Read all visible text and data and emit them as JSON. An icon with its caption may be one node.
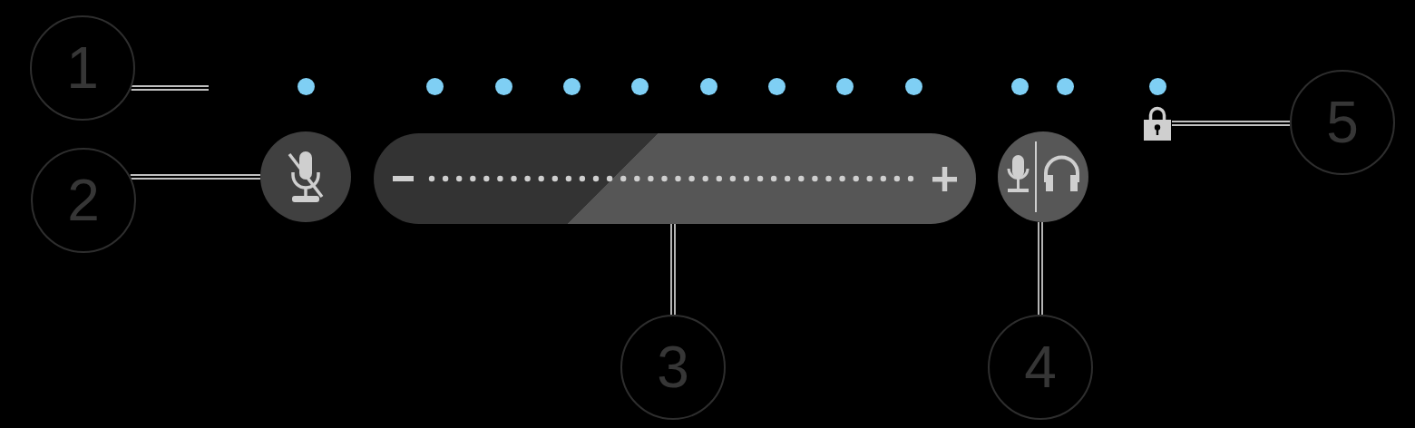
{
  "diagram": {
    "nodes": [
      {
        "text": [
          "1"
        ]
      },
      {
        "text": [
          "2"
        ]
      },
      {
        "text": [
          "3"
        ]
      },
      {
        "text": [
          "4"
        ]
      },
      {
        "text": [
          "5"
        ]
      },
      {
        "text": [],
        "shape": "circle"
      },
      {
        "text": [],
        "shape": "bar"
      },
      {
        "text": [],
        "shape": "circle"
      },
      {
        "text": [],
        "shape": "picture"
      }
    ],
    "edges": [
      {
        "from": 0,
        "to": null,
        "arrow": "none"
      },
      {
        "from": 1,
        "to": 5,
        "arrow": "none"
      },
      {
        "from": 2,
        "to": 6,
        "arrow": "none"
      },
      {
        "from": 3,
        "to": 7,
        "arrow": "none"
      },
      {
        "from": 4,
        "to": 8,
        "arrow": "none"
      }
    ]
  }
}
